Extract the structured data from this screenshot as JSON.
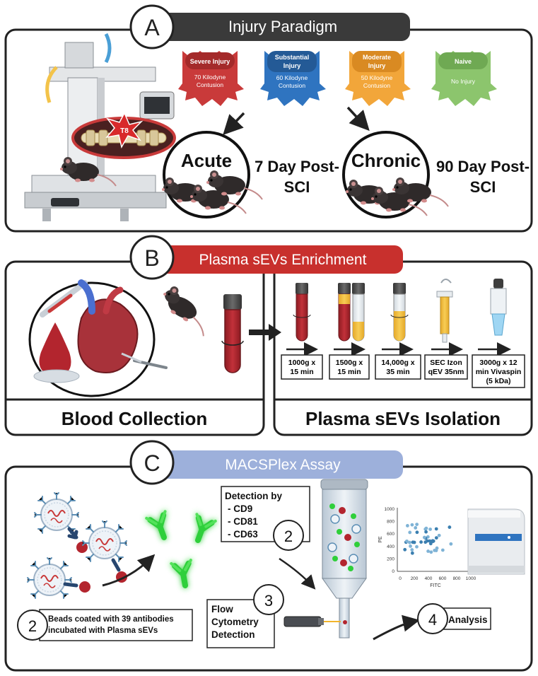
{
  "panel_a": {
    "letter": "A",
    "title": "Injury Paradigm",
    "spinal_level": "T8",
    "groups": [
      {
        "name_line1": "Severe Injury",
        "name_line2": "",
        "desc_line1": "70 Kilodyne",
        "desc_line2": "Contusion",
        "color": "#c93a3a"
      },
      {
        "name_line1": "Substantial",
        "name_line2": "Injury",
        "desc_line1": "60 Kilodyne",
        "desc_line2": "Contusion",
        "color": "#2f74c0"
      },
      {
        "name_line1": "Moderate",
        "name_line2": "Injury",
        "desc_line1": "50 Kilodyne",
        "desc_line2": "Contusion",
        "color": "#f2a63a"
      },
      {
        "name_line1": "Naive",
        "name_line2": "",
        "desc_line1": "No Injury",
        "desc_line2": "",
        "color": "#8cc56d"
      }
    ],
    "acute_label": "Acute",
    "acute_time_line1": "7 Day Post-",
    "acute_time_line2": "SCI",
    "chronic_label": "Chronic",
    "chronic_time_line1": "90 Day Post-",
    "chronic_time_line2": "SCI"
  },
  "panel_b": {
    "letter": "B",
    "title": "Plasma sEVs Enrichment",
    "left_caption": "Blood Collection",
    "right_caption": "Plasma sEVs Isolation",
    "steps": [
      {
        "line1": "1000g x",
        "line2": "15 min",
        "line3": ""
      },
      {
        "line1": "1500g x",
        "line2": "15 min",
        "line3": ""
      },
      {
        "line1": "14,000g x",
        "line2": "35 min",
        "line3": ""
      },
      {
        "line1": "SEC Izon",
        "line2": "qEV 35nm",
        "line3": ""
      },
      {
        "line1": "3000g x 12",
        "line2": "min Vivaspin",
        "line3": "(5 kDa)"
      }
    ]
  },
  "panel_c": {
    "letter": "C",
    "title": "MACSPlex Assay",
    "detection_title": "Detection by",
    "detection_markers": [
      "- CD9",
      "- CD81",
      "- CD63"
    ],
    "step_detection_number": "2",
    "step_beads_number": "2",
    "beads_line1": "Beads coated with 39 antibodies",
    "beads_line2": "incubated with Plasma sEVs",
    "step_flow_number": "3",
    "flow_line1": "Flow",
    "flow_line2": "Cytometry",
    "flow_line3": "Detection",
    "step_analysis_number": "4",
    "analysis_label": "Analysis",
    "scatter": {
      "xlabel": "FITC",
      "ylabel": "PE",
      "x_ticks": [
        "0",
        "200",
        "400",
        "600",
        "800",
        "1000"
      ],
      "y_ticks": [
        "0",
        "200",
        "400",
        "600",
        "800",
        "1000"
      ]
    }
  },
  "colors": {
    "panel_border": "#2b2b2b",
    "banner_dark": "#3a3a3a",
    "banner_red": "#c8302d",
    "banner_blue": "#9db0db",
    "blood": "#b3252e",
    "plasma": "#f0c040"
  }
}
